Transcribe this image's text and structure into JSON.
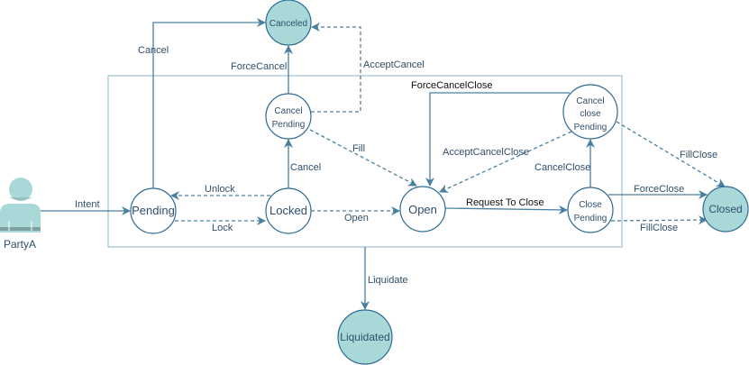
{
  "colors": {
    "edge": "#4a7fa0",
    "node_stroke": "#2e6b94",
    "final_fill": "#a8d8d8",
    "frame": "#8fb3c8"
  },
  "actor": {
    "label": "PartyA",
    "icon": "user-icon"
  },
  "nodes": {
    "canceled": "Canceled",
    "cancel_pending": [
      "Cancel",
      "Pending"
    ],
    "pending": "Pending",
    "locked": "Locked",
    "open": "Open",
    "close_pending": [
      "Close",
      "Pending"
    ],
    "cancel_close_pending": [
      "Cancel",
      "close",
      "Pending"
    ],
    "closed": "Closed",
    "liquidated": "Liquidated"
  },
  "edges": {
    "intent": "Intent",
    "cancel_top": "Cancel",
    "force_cancel": "ForceCancel",
    "accept_cancel": "AcceptCancel",
    "fill": "Fill",
    "cancel": "Cancel",
    "unlock": "Unlock",
    "lock": "Lock",
    "open": "Open",
    "force_cancel_close": "ForceCancelClose",
    "accept_cancel_close": "AcceptCancelClose",
    "cancel_close": "CancelClose",
    "request_to_close": "Request To Close",
    "force_close": "ForceClose",
    "fill_close_top": "FillClose",
    "fill_close_bottom": "FillClose",
    "liquidate": "Liquidate"
  }
}
